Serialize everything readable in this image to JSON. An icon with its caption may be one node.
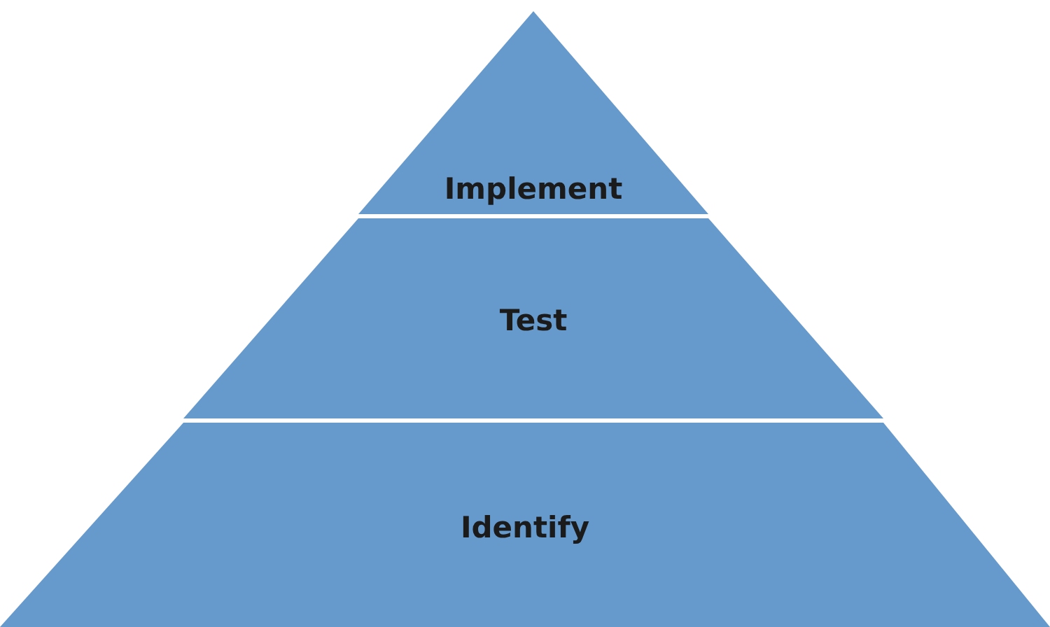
{
  "diagram": {
    "nodes": [
      {
        "text": [
          "Implement"
        ]
      },
      {
        "text": [
          "Test"
        ]
      },
      {
        "text": [
          "Identify"
        ]
      }
    ]
  }
}
